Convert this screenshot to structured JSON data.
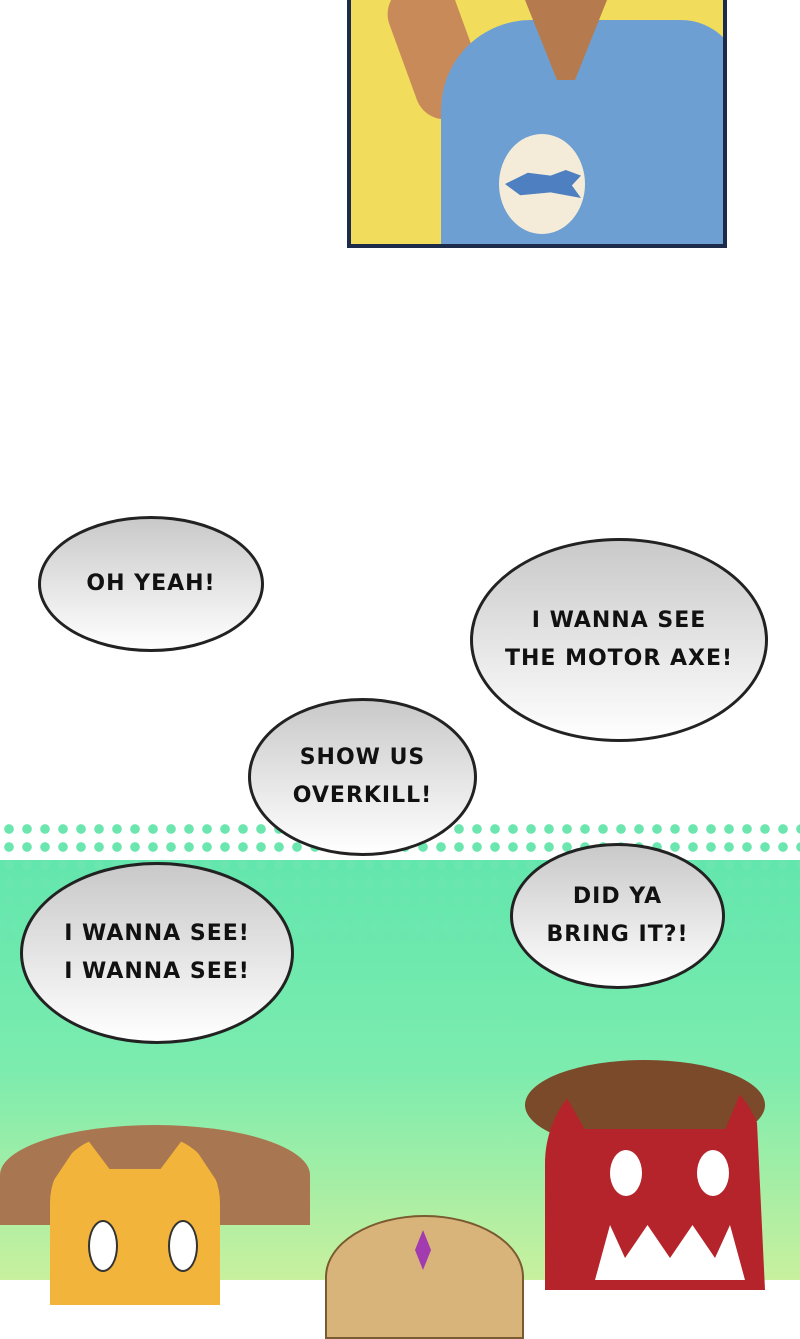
{
  "bubbles": [
    {
      "text": "OH YEAH!"
    },
    {
      "text": "I WANNA SEE\nTHE MOTOR AXE!"
    },
    {
      "text": "SHOW US\nOVERKILL!"
    },
    {
      "text": "I WANNA SEE!\nI WANNA SEE!"
    },
    {
      "text": "DID YA\nBRING IT?!"
    }
  ],
  "colors": {
    "panel_border": "#1d2b4a",
    "panel_bg": "#f2dc5c",
    "shirt": "#6e9fd2",
    "green": "#62e6ad"
  }
}
